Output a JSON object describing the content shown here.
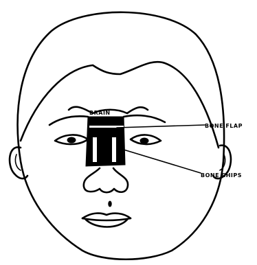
{
  "labels": {
    "brain": "BRAIN",
    "bone_flap": "BONE FLAP",
    "bone_chips": "BONE CHIPS"
  },
  "colors": {
    "ink": "#000000",
    "background": "#ffffff"
  }
}
